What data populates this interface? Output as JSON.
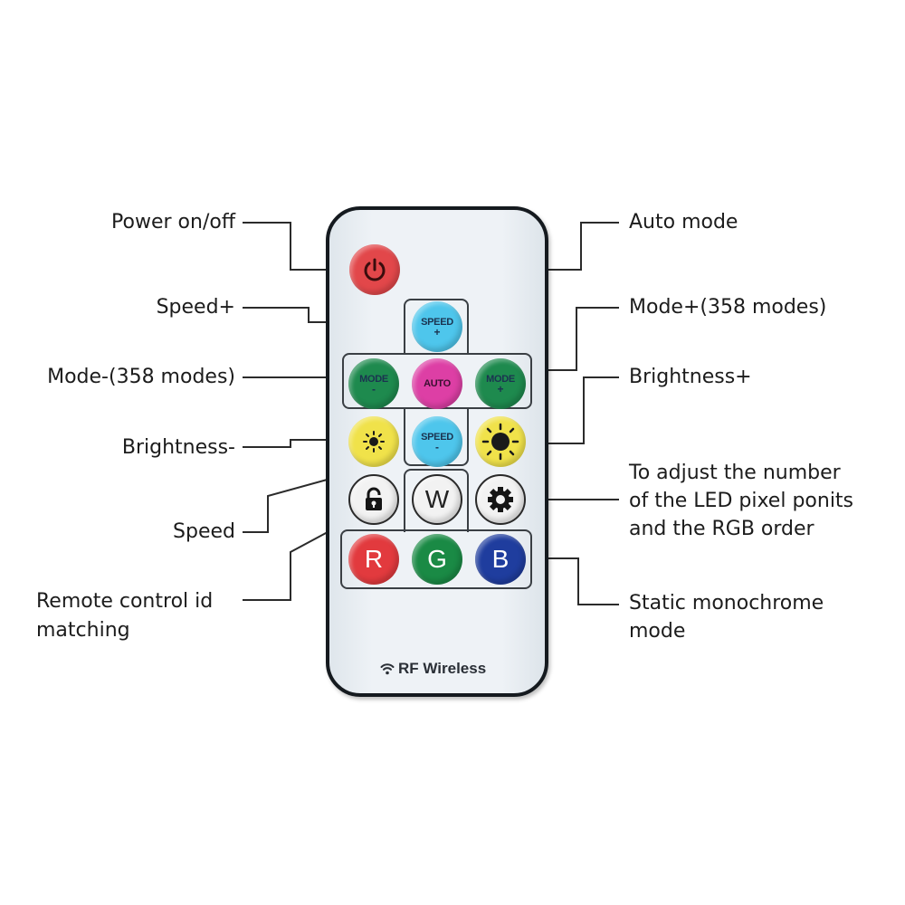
{
  "diagram": {
    "subject": "RF wireless LED remote control",
    "colors": {
      "power": "#e2474a",
      "speed": "#4ec6ec",
      "auto": "#dd3fa5",
      "mode": "#1e8a4e",
      "brightness": "#f0e24a",
      "white": "#f2f2f2",
      "red": "#e23a3e",
      "green": "#1a8a45",
      "blue": "#1f3d9e"
    },
    "remote": {
      "branding": "RF Wireless",
      "branding_icon": "wifi-icon",
      "buttons": [
        {
          "id": "power",
          "icon": "power-icon"
        },
        {
          "id": "speed-plus",
          "text": "SPEED",
          "sub": "+"
        },
        {
          "id": "mode-minus",
          "text": "MODE",
          "sub": "-"
        },
        {
          "id": "auto",
          "text": "AUTO"
        },
        {
          "id": "mode-plus",
          "text": "MODE",
          "sub": "+"
        },
        {
          "id": "brightness-minus",
          "icon": "sun-small-icon"
        },
        {
          "id": "speed-minus",
          "text": "SPEED",
          "sub": "-"
        },
        {
          "id": "brightness-plus",
          "icon": "sun-large-icon"
        },
        {
          "id": "lock",
          "icon": "lock-icon"
        },
        {
          "id": "white",
          "text": "W"
        },
        {
          "id": "settings",
          "icon": "gear-icon"
        },
        {
          "id": "red",
          "text": "R"
        },
        {
          "id": "green",
          "text": "G"
        },
        {
          "id": "blue",
          "text": "B"
        }
      ]
    },
    "callouts_left": [
      {
        "target": "power",
        "text": "Power on/off"
      },
      {
        "target": "speed-plus",
        "text": "Speed+"
      },
      {
        "target": "mode-minus",
        "text": "Mode-(358 modes)"
      },
      {
        "target": "brightness-minus",
        "text": "Brightness-"
      },
      {
        "target": "speed-minus",
        "text": "Speed"
      },
      {
        "target": "lock",
        "lines": [
          "Remote control id",
          "matching"
        ]
      }
    ],
    "callouts_right": [
      {
        "target": "auto",
        "text": "Auto mode"
      },
      {
        "target": "mode-plus",
        "text": "Mode+(358 modes)"
      },
      {
        "target": "brightness-plus",
        "text": "Brightness+"
      },
      {
        "target": "settings",
        "lines": [
          "To adjust the number",
          "of the LED pixel ponits",
          "and the RGB order"
        ]
      },
      {
        "target": "blue",
        "lines": [
          "Static monochrome",
          "mode"
        ]
      }
    ]
  }
}
